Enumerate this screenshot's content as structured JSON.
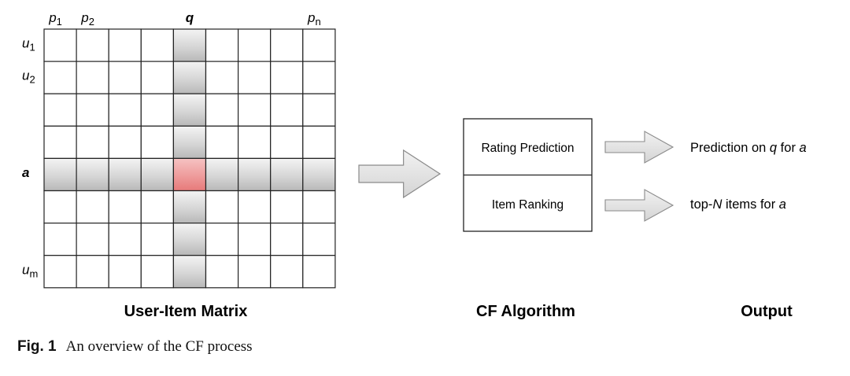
{
  "matrix": {
    "rows": 8,
    "cols": 9,
    "col_labels": [
      {
        "col": 0,
        "sym": "p",
        "sub": "1",
        "style": "italic"
      },
      {
        "col": 1,
        "sym": "p",
        "sub": "2",
        "style": "italic"
      },
      {
        "col": 4,
        "sym": "q",
        "sub": "",
        "style": "bold-italic"
      },
      {
        "col": 8,
        "sym": "p",
        "sub": "n",
        "style": "italic"
      }
    ],
    "row_labels": [
      {
        "row": 0,
        "sym": "u",
        "sub": "1",
        "style": "italic"
      },
      {
        "row": 1,
        "sym": "u",
        "sub": "2",
        "style": "italic"
      },
      {
        "row": 4,
        "sym": "a",
        "sub": "",
        "style": "bold-italic"
      },
      {
        "row": 7,
        "sym": "u",
        "sub": "m",
        "style": "italic"
      }
    ],
    "highlight_row": 4,
    "highlight_col": 4,
    "title": "User-Item Matrix"
  },
  "algorithm": {
    "tasks": [
      "Rating Prediction",
      "Item Ranking"
    ],
    "title": "CF Algorithm"
  },
  "output": {
    "items": [
      [
        {
          "t": "Prediction on ",
          "i": false
        },
        {
          "t": "q",
          "i": true
        },
        {
          "t": " for ",
          "i": false
        },
        {
          "t": "a",
          "i": true
        }
      ],
      [
        {
          "t": "top-",
          "i": false
        },
        {
          "t": "N",
          "i": true
        },
        {
          "t": " items for ",
          "i": false
        },
        {
          "t": "a",
          "i": true
        }
      ]
    ],
    "title": "Output"
  },
  "caption": {
    "fig_label": "Fig. 1",
    "text": "An overview of the CF process"
  },
  "colors": {
    "grid": "#222222",
    "shade_light": "#f4f4f4",
    "shade_dark": "#b8b8b8",
    "intersection_light": "#f6c3c3",
    "intersection_dark": "#e77a7a",
    "arrow_fill_light": "#f2f2f2",
    "arrow_fill_dark": "#d4d4d4",
    "arrow_stroke": "#8a8a8a"
  }
}
